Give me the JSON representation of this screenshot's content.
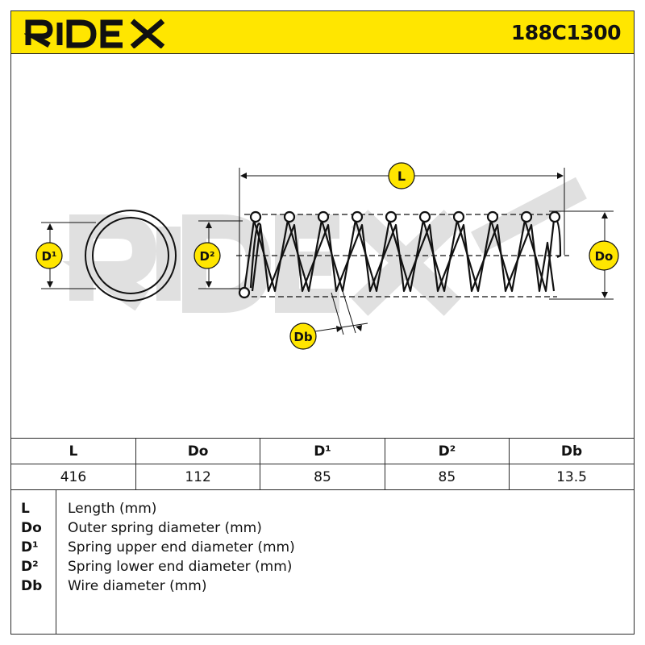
{
  "header": {
    "brand": "RIDEX",
    "part_number": "188C1300"
  },
  "drawing": {
    "labels": {
      "length": "L",
      "outer_diameter": "Do",
      "upper_end_diameter": "D¹",
      "lower_end_diameter": "D²",
      "wire_diameter": "Db"
    },
    "watermark": "RIDEX",
    "colors": {
      "badge": "#ffe600",
      "line": "#111111",
      "watermark": "#d9d9d9"
    }
  },
  "table": {
    "headers": [
      "L",
      "Do",
      "D¹",
      "D²",
      "Db"
    ],
    "values": [
      "416",
      "112",
      "85",
      "85",
      "13.5"
    ]
  },
  "legend": [
    {
      "code": "L",
      "description": "Length (mm)"
    },
    {
      "code": "Do",
      "description": "Outer spring diameter (mm)"
    },
    {
      "code": "D¹",
      "description": "Spring upper end diameter (mm)"
    },
    {
      "code": "D²",
      "description": "Spring lower end diameter (mm)"
    },
    {
      "code": "Db",
      "description": "Wire diameter (mm)"
    }
  ]
}
